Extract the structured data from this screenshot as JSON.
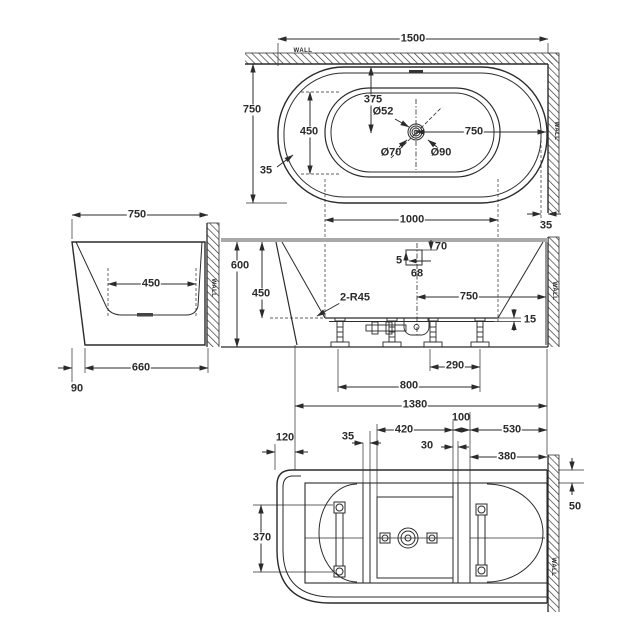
{
  "colors": {
    "background": "#ffffff",
    "line": "#333333",
    "rim_band": "#a9a9a9"
  },
  "plan": {
    "wall_top_label": "WALL",
    "wall_right_label": "WALL",
    "dims": {
      "overall_length": "1500",
      "overall_depth": "750",
      "drain_offset": "375",
      "basin_width": "450",
      "drain_dia": "Ø52",
      "waste_dia": "Ø70",
      "overflow_dia": "Ø90",
      "drain_to_wall": "750",
      "rim_width": "35",
      "basin_length": "1000",
      "wall_gap": "35"
    }
  },
  "side": {
    "wall_label": "WALL",
    "dims": {
      "overall_width": "750",
      "basin_floor": "450",
      "base_width": "660",
      "rim_overhang": "90"
    }
  },
  "front": {
    "wall_label": "WALL",
    "dims": {
      "overall_height": "600",
      "inner_depth": "450",
      "corner_radius": "2-R45",
      "overflow_drop": "70",
      "overflow_lip": "5",
      "overflow_width": "68",
      "drain_to_wall": "750",
      "shell_step": "15",
      "feet_pitch": "290",
      "feet_span": "800"
    }
  },
  "bottom": {
    "wall_label": "WALL",
    "dims": {
      "base_length": "1380",
      "rim_overhang": "120",
      "strip_gap": "100",
      "mid_panel": "420",
      "right_span": "530",
      "strip_width_1": "35",
      "strip_width_2": "30",
      "right_inner": "380",
      "rail_span": "370",
      "edge_gap": "50"
    }
  }
}
